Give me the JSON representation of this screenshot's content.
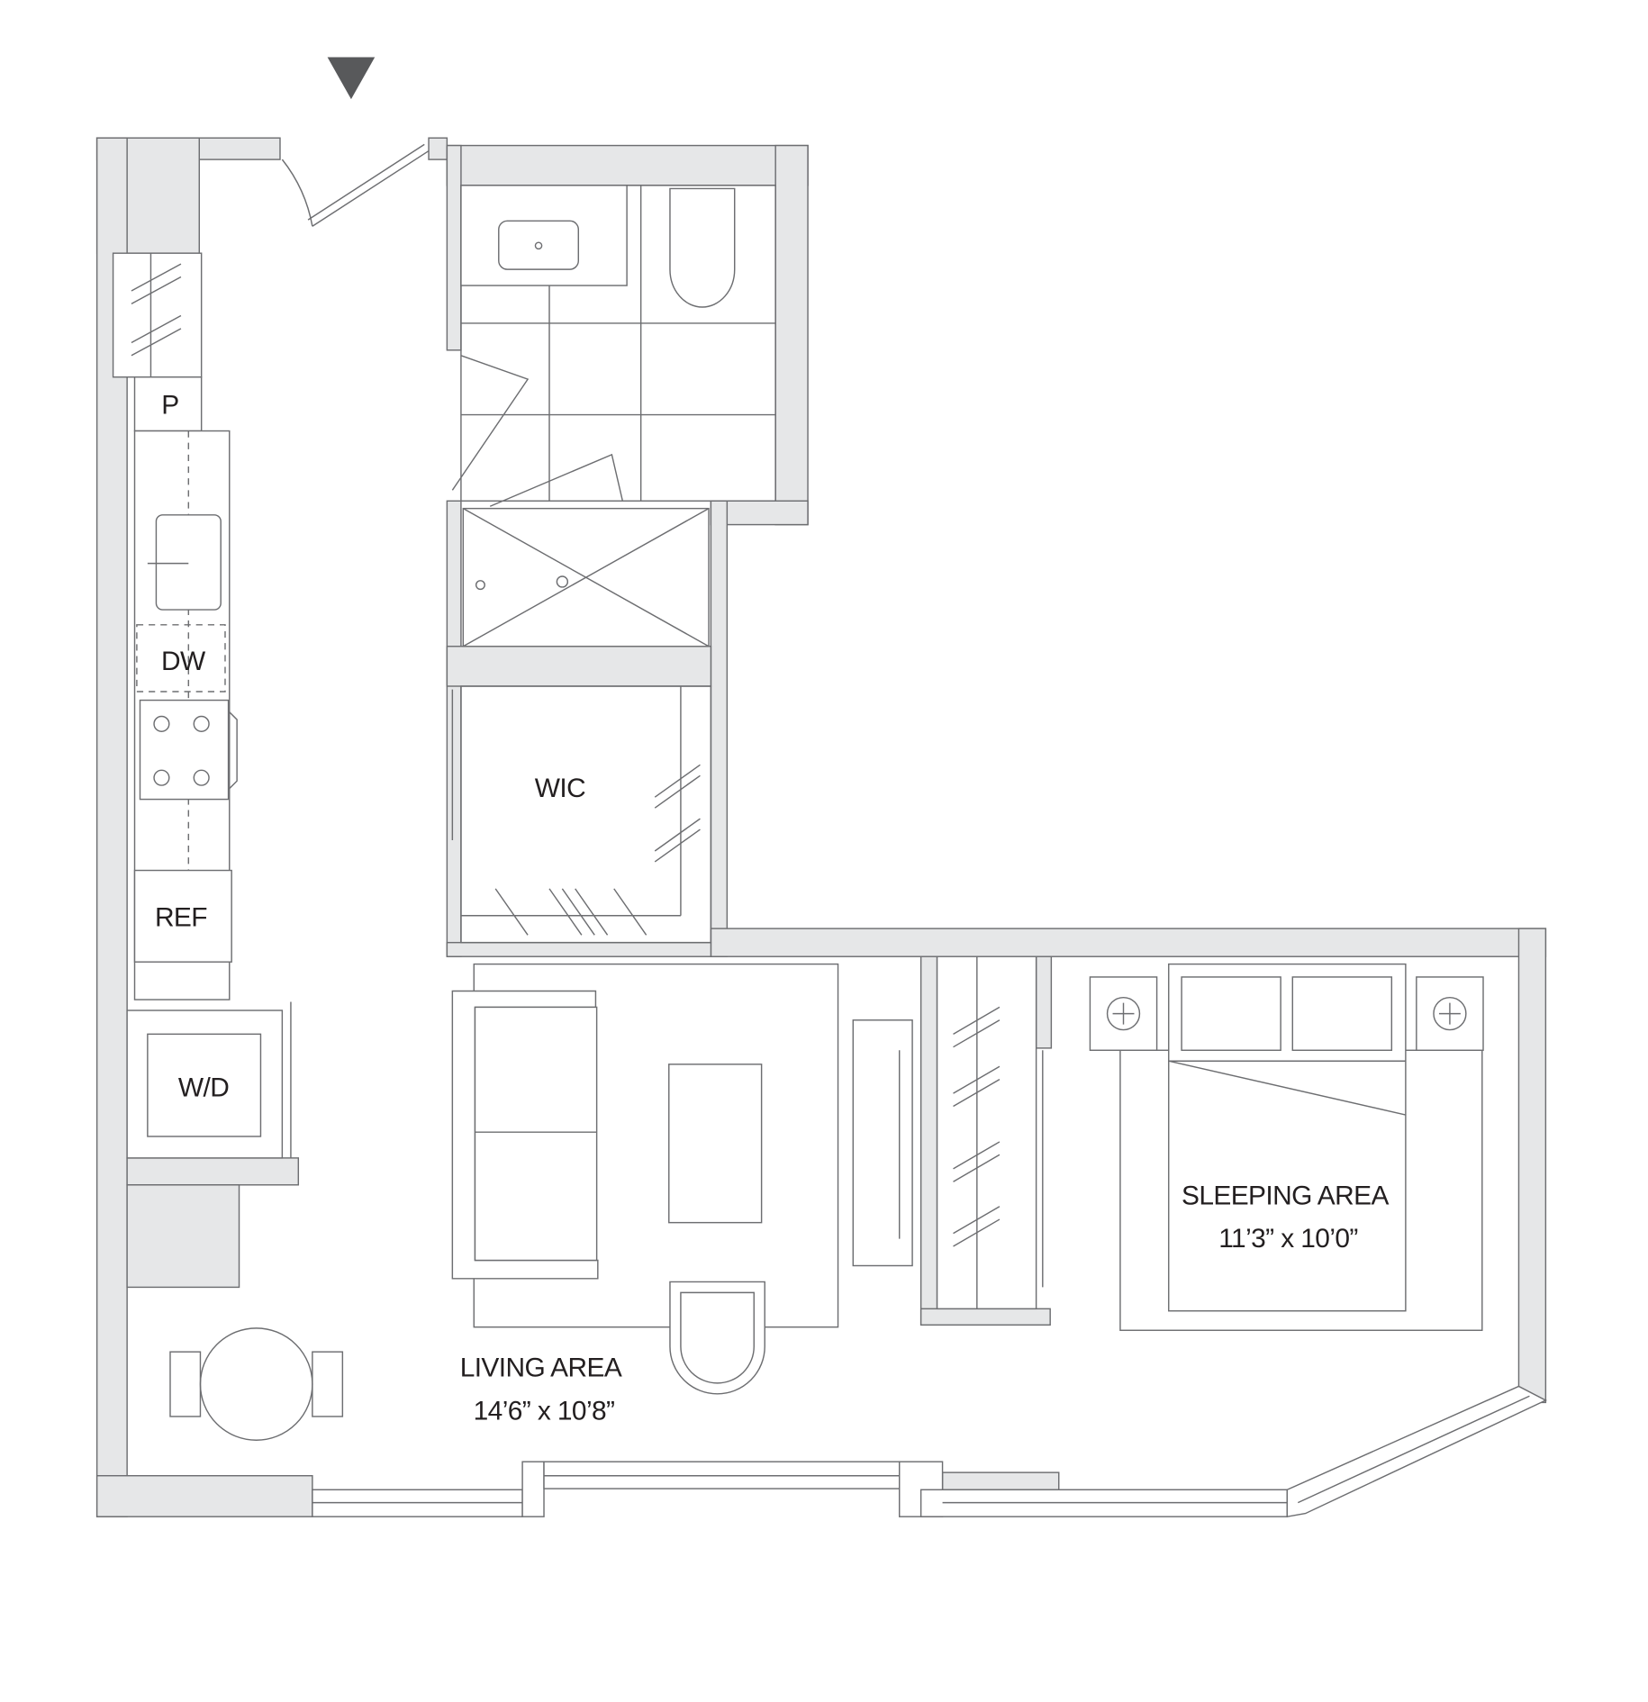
{
  "labels": {
    "pantry": "P",
    "dishwasher": "DW",
    "refrigerator": "REF",
    "washer_dryer": "W/D",
    "walk_in_closet": "WIC",
    "sleeping_area": "SLEEPING AREA",
    "sleeping_area_dims": "11’3” x 10’0”",
    "living_area": "LIVING AREA",
    "living_area_dims": "14’6” x 10’8”"
  },
  "colors": {
    "wall": "#e6e7e8",
    "line": "#6d6e71",
    "text": "#231f20",
    "entry_marker": "#58595b"
  }
}
